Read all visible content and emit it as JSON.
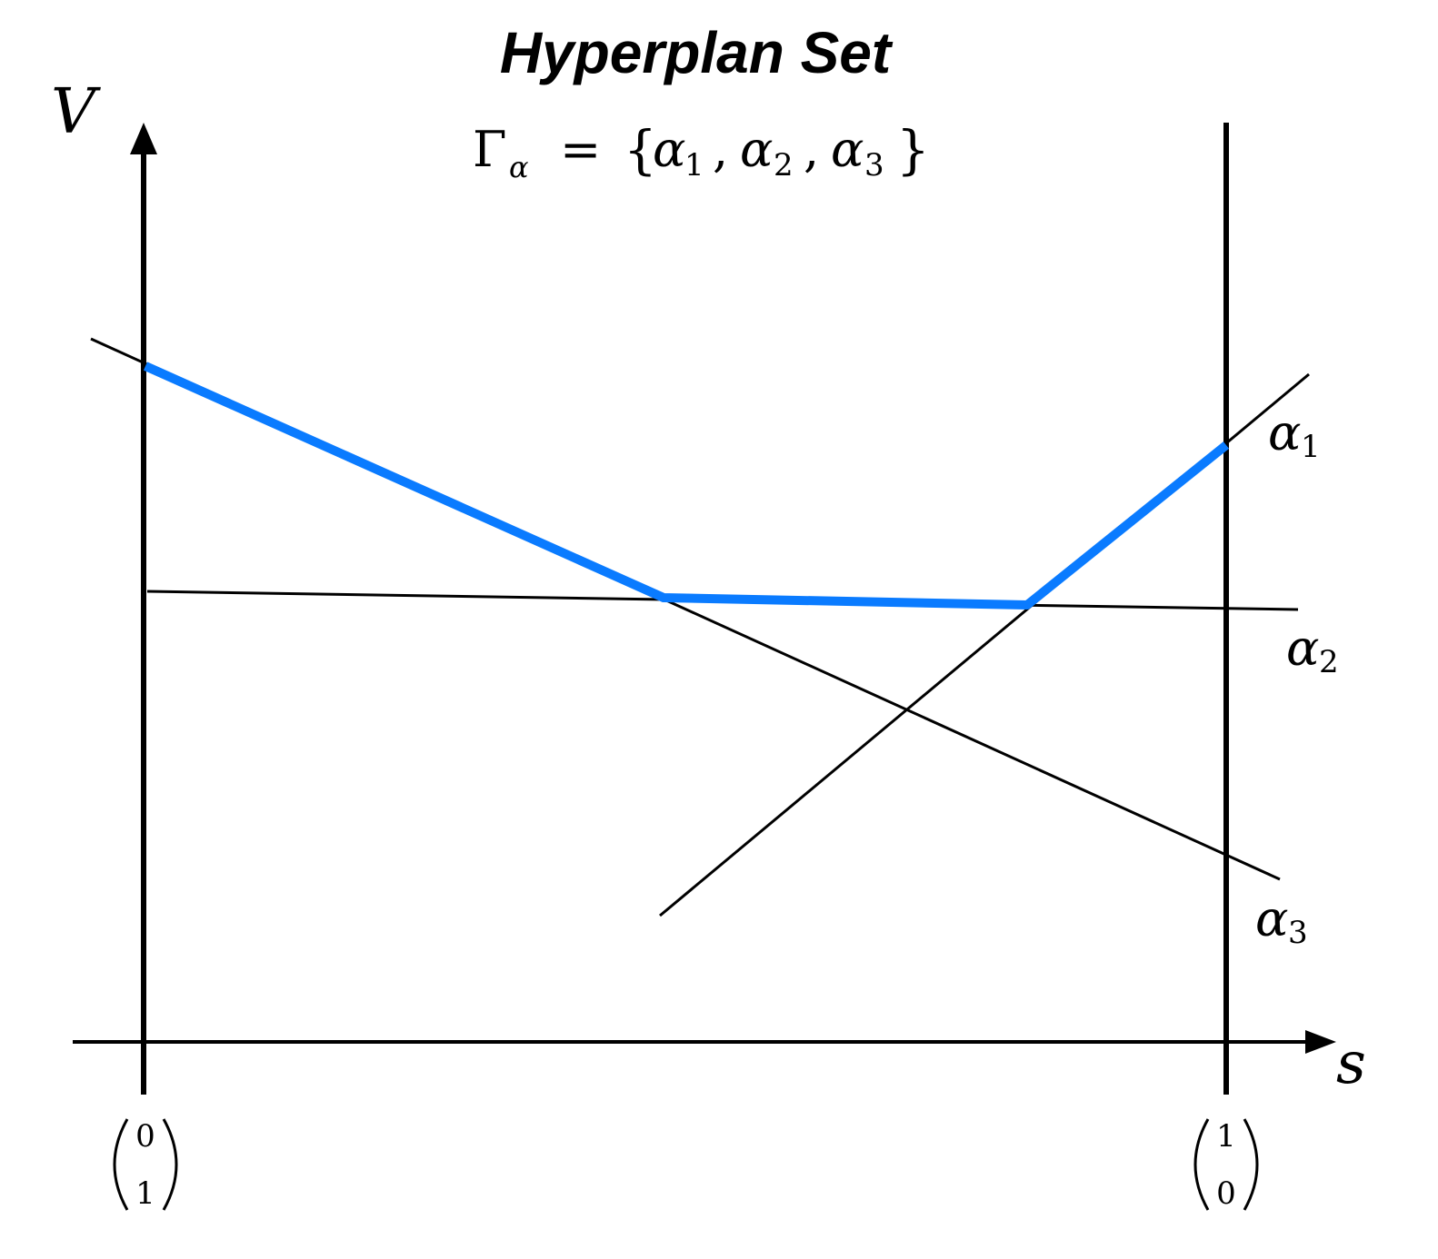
{
  "title": "Hyperplan Set",
  "formula": {
    "lhs": "Γ",
    "lhs_sub": "α",
    "eq": "=",
    "open": "{",
    "items": [
      {
        "sym": "α",
        "sub": "1"
      },
      {
        "sym": "α",
        "sub": "2"
      },
      {
        "sym": "α",
        "sub": "3"
      }
    ],
    "sep": ",",
    "close": "}"
  },
  "axes": {
    "y_label": "V",
    "x_label": "s",
    "left_vector": [
      "0",
      "1"
    ],
    "right_vector": [
      "1",
      "0"
    ]
  },
  "hyperplanes": [
    {
      "name_sym": "α",
      "name_sub": "1"
    },
    {
      "name_sym": "α",
      "name_sub": "2"
    },
    {
      "name_sym": "α",
      "name_sub": "3"
    }
  ],
  "colors": {
    "upper_envelope": "#0a7bff",
    "lines": "#000000"
  }
}
